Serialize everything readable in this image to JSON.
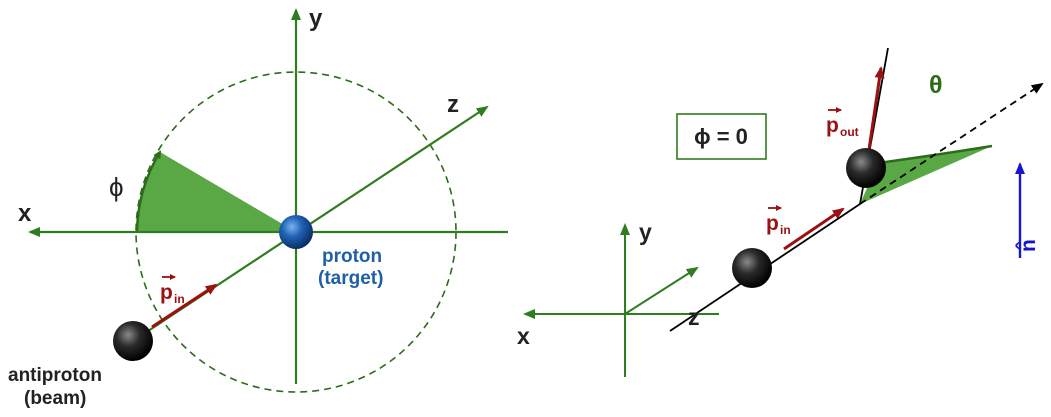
{
  "colors": {
    "axis": "#2e7d1e",
    "wedge_fill": "#5aa845",
    "wedge_stroke": "#2e6b1a",
    "momentum": "#9b1010",
    "proton": "#1f5fa8",
    "normal": "#1515cc",
    "line": "#000000",
    "label": "#222222"
  },
  "left_diagram": {
    "axis_x": "x",
    "axis_y": "y",
    "axis_z": "z",
    "angle_phi": "ϕ",
    "p_in_main": "p",
    "p_in_sub": "in",
    "target_line1": "proton",
    "target_line2": "(target)",
    "beam_line1": "antiproton",
    "beam_line2": "(beam)"
  },
  "right_diagram": {
    "phi_box": "ϕ = 0",
    "angle_theta": "θ",
    "p_out_main": "p",
    "p_out_sub": "out",
    "p_in_main": "p",
    "p_in_sub": "in",
    "axis_x": "x",
    "axis_y": "y",
    "axis_z": "z",
    "normal_label": "n̂"
  }
}
